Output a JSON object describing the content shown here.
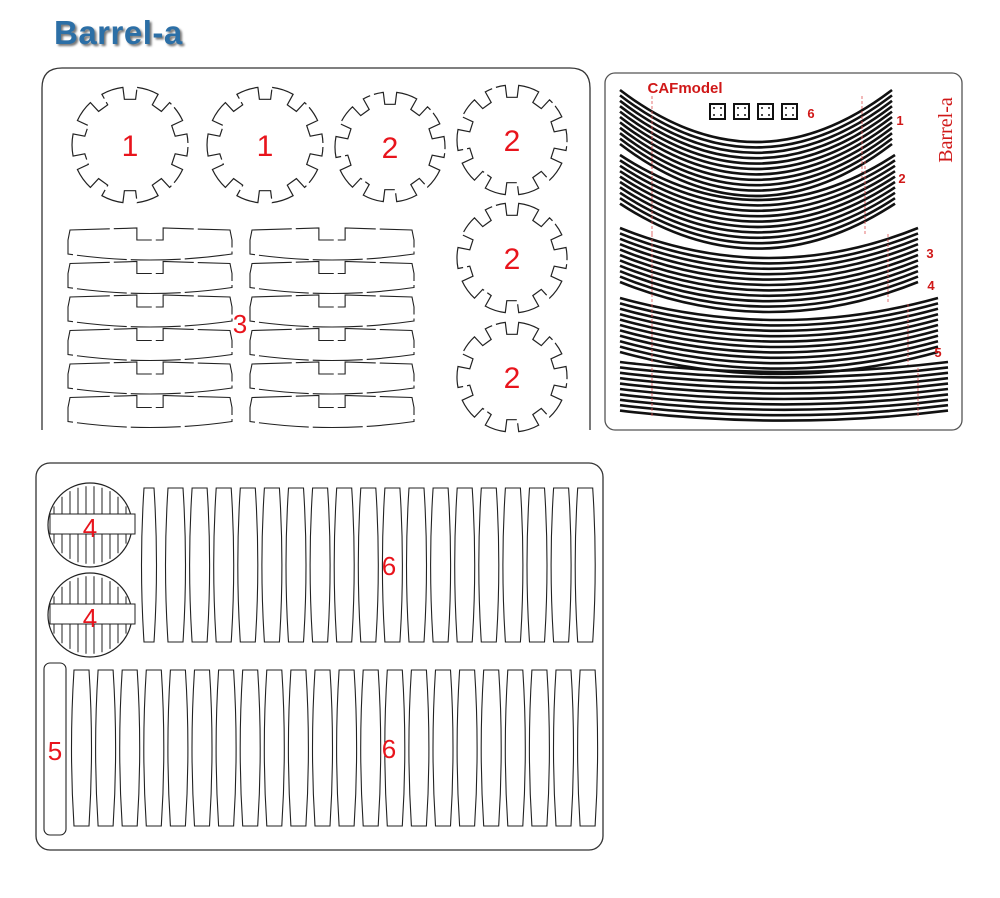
{
  "title": "Barrel-a",
  "colors": {
    "title": "#2c6fa6",
    "label": "#e8141c",
    "line": "#222222"
  },
  "panel_a": {
    "gear_labels": [
      "1",
      "1",
      "2",
      "2",
      "2",
      "2"
    ],
    "strip_label": "3"
  },
  "panel_b": {
    "brand": "CAFmodel",
    "side_title": "Barrel-a",
    "set_labels": [
      "1",
      "2",
      "3",
      "4",
      "5"
    ],
    "square_label": "6"
  },
  "panel_c": {
    "disc_labels": [
      "4",
      "4"
    ],
    "stave_labels": [
      "6",
      "6"
    ],
    "long_stave_label": "5"
  }
}
